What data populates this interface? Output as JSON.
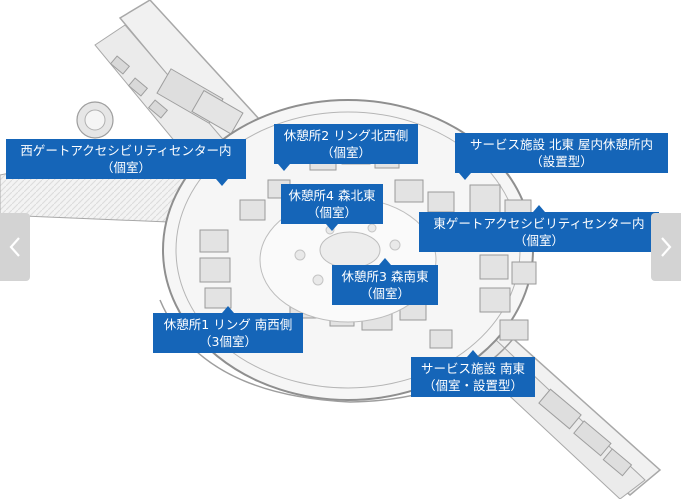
{
  "colors": {
    "callout_bg": "#1565b8",
    "callout_text": "#ffffff",
    "map_building": "#e2e2e2",
    "map_outline": "#9e9e9e",
    "nav_bg": "#d3d3d3"
  },
  "callouts": [
    {
      "id": "west-gate",
      "line1": "西ゲートアクセシビリティセンター内",
      "line2": "（個室）"
    },
    {
      "id": "rest2",
      "line1": "休憩所2 リング北西側",
      "line2": "（個室）"
    },
    {
      "id": "service-ne",
      "line1": "サービス施設 北東 屋内休憩所内",
      "line2": "（設置型）"
    },
    {
      "id": "rest4",
      "line1": "休憩所4 森北東",
      "line2": "（個室）"
    },
    {
      "id": "east-gate",
      "line1": "東ゲートアクセシビリティセンター内",
      "line2": "（個室）"
    },
    {
      "id": "rest3",
      "line1": "休憩所3 森南東",
      "line2": "（個室）"
    },
    {
      "id": "rest1",
      "line1": "休憩所1 リング 南西側",
      "line2": "（3個室）"
    },
    {
      "id": "service-se",
      "line1": "サービス施設 南東",
      "line2": "（個室・設置型）"
    }
  ],
  "nav": {
    "prev_icon": "chevron-left-icon",
    "next_icon": "chevron-right-icon"
  }
}
